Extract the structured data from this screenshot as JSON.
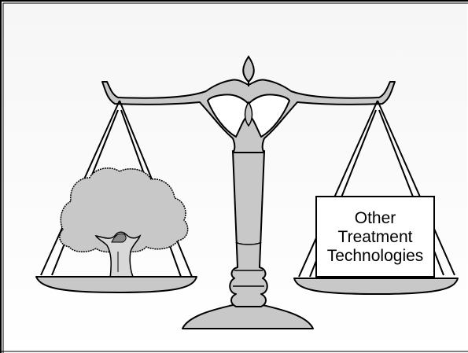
{
  "diagram": {
    "right_pan_box": {
      "lines": [
        "Other",
        "Treatment",
        "Technologies"
      ]
    },
    "left_pan_item": "tree-icon",
    "colors": {
      "background_top": "#f6f6f6",
      "background_bottom": "#ffffff",
      "scale_fill": "#c8c8c8",
      "outline": "#000000",
      "box_fill": "#ffffff"
    }
  }
}
